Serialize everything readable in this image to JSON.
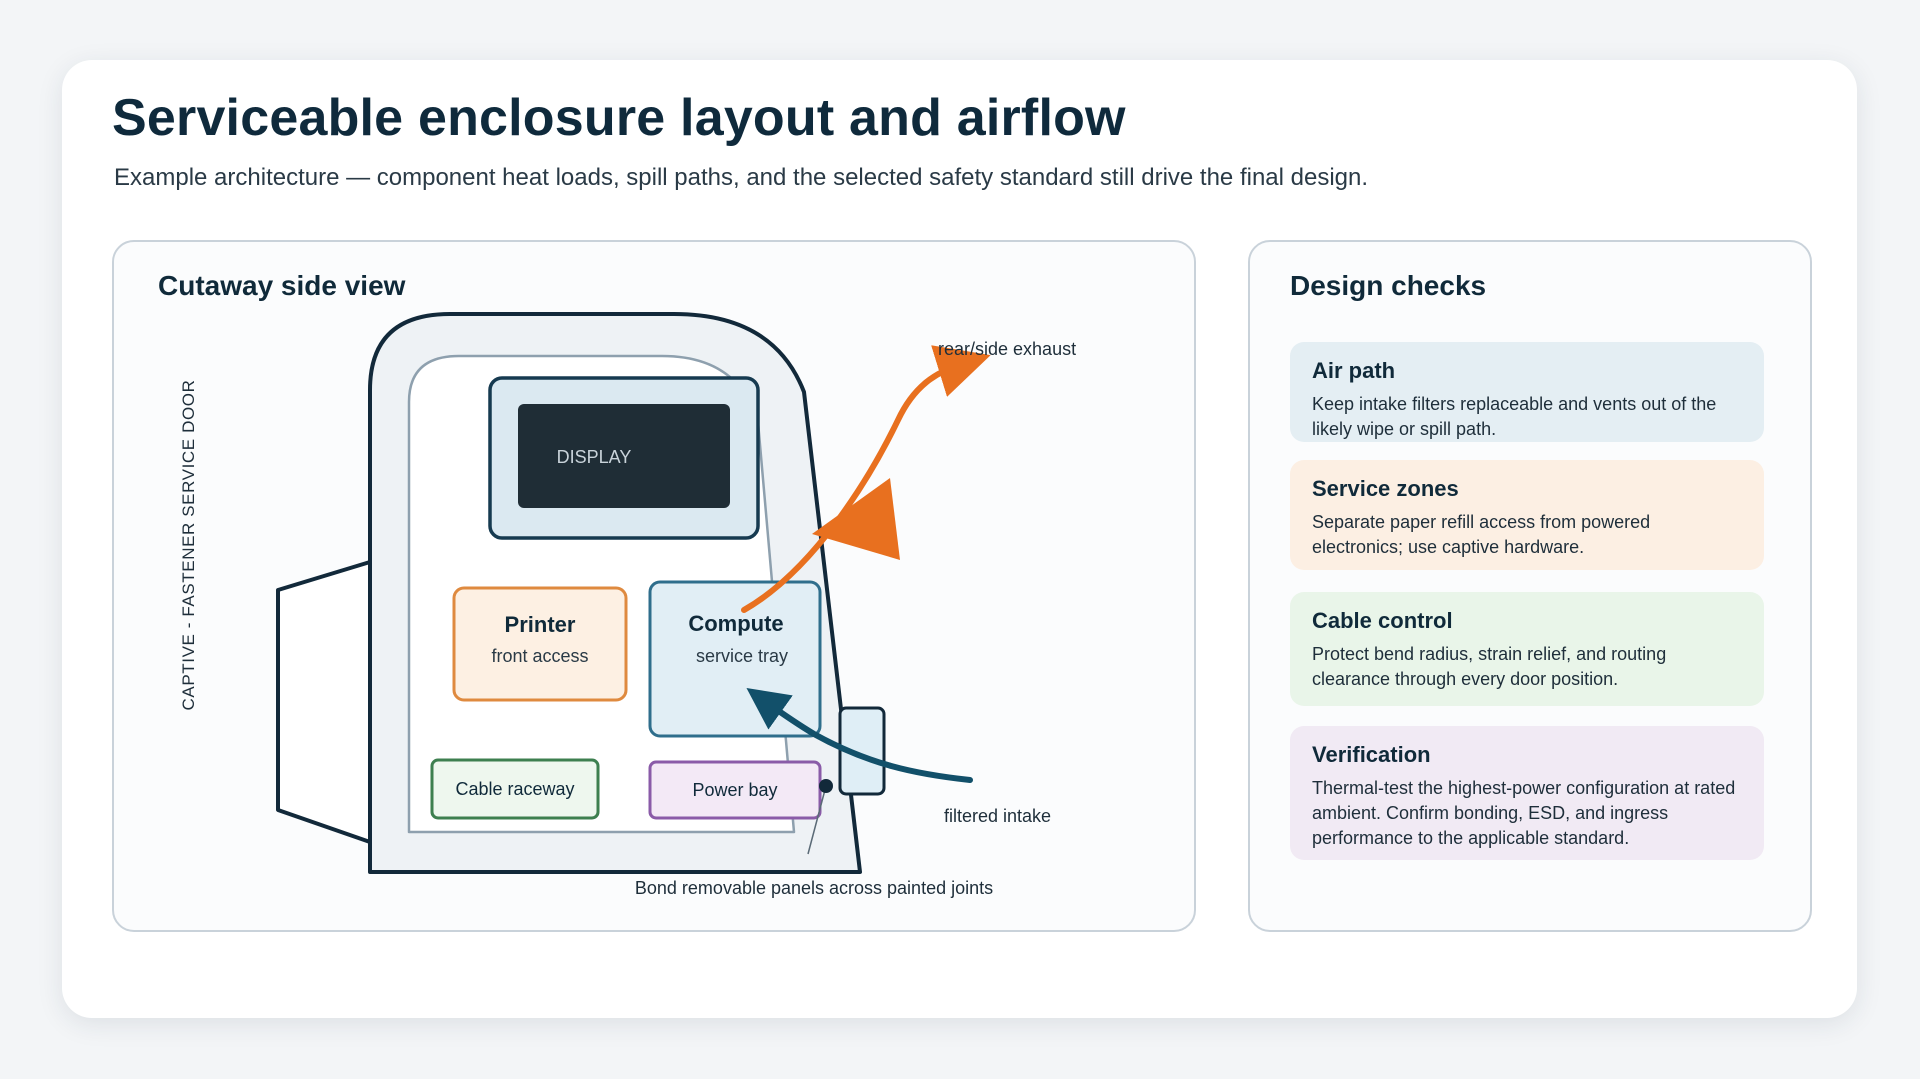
{
  "header": {
    "title": "Serviceable enclosure layout and airflow",
    "subtitle": "Example architecture — component heat loads, spill paths, and the selected safety standard still drive the final design."
  },
  "diagram": {
    "panel_title": "Cutaway side view",
    "door_label": "CAPTIVE - FASTENER SERVICE DOOR",
    "display_label": "DISPLAY",
    "printer": {
      "title": "Printer",
      "sub": "front access"
    },
    "compute": {
      "title": "Compute",
      "sub": "service tray"
    },
    "cable_raceway": "Cable raceway",
    "power_bay": "Power bay",
    "exhaust_label": "rear/side exhaust",
    "intake_label": "filtered intake",
    "bond_label": "Bond removable panels across painted joints",
    "colors": {
      "exhaust": "#e8701f",
      "intake": "#12506a",
      "outline": "#12293a",
      "printer": "#df8a3f",
      "compute": "#2f6e8c",
      "cable": "#3d7f4f",
      "power": "#8a5ba8"
    }
  },
  "checks": {
    "panel_title": "Design checks",
    "items": [
      {
        "title": "Air path",
        "body": "Keep intake filters replaceable and vents out of the likely wipe or spill path.",
        "color": "#e4eef3"
      },
      {
        "title": "Service zones",
        "body": "Separate paper refill access from powered electronics; use captive hardware.",
        "color": "#fcefe3"
      },
      {
        "title": "Cable control",
        "body": "Protect bend radius, strain relief, and routing clearance through every door position.",
        "color": "#e9f5e9"
      },
      {
        "title": "Verification",
        "body": "Thermal-test the highest-power configuration at rated ambient. Confirm bonding, ESD, and ingress performance to the applicable standard.",
        "color": "#f1eaf4"
      }
    ]
  }
}
